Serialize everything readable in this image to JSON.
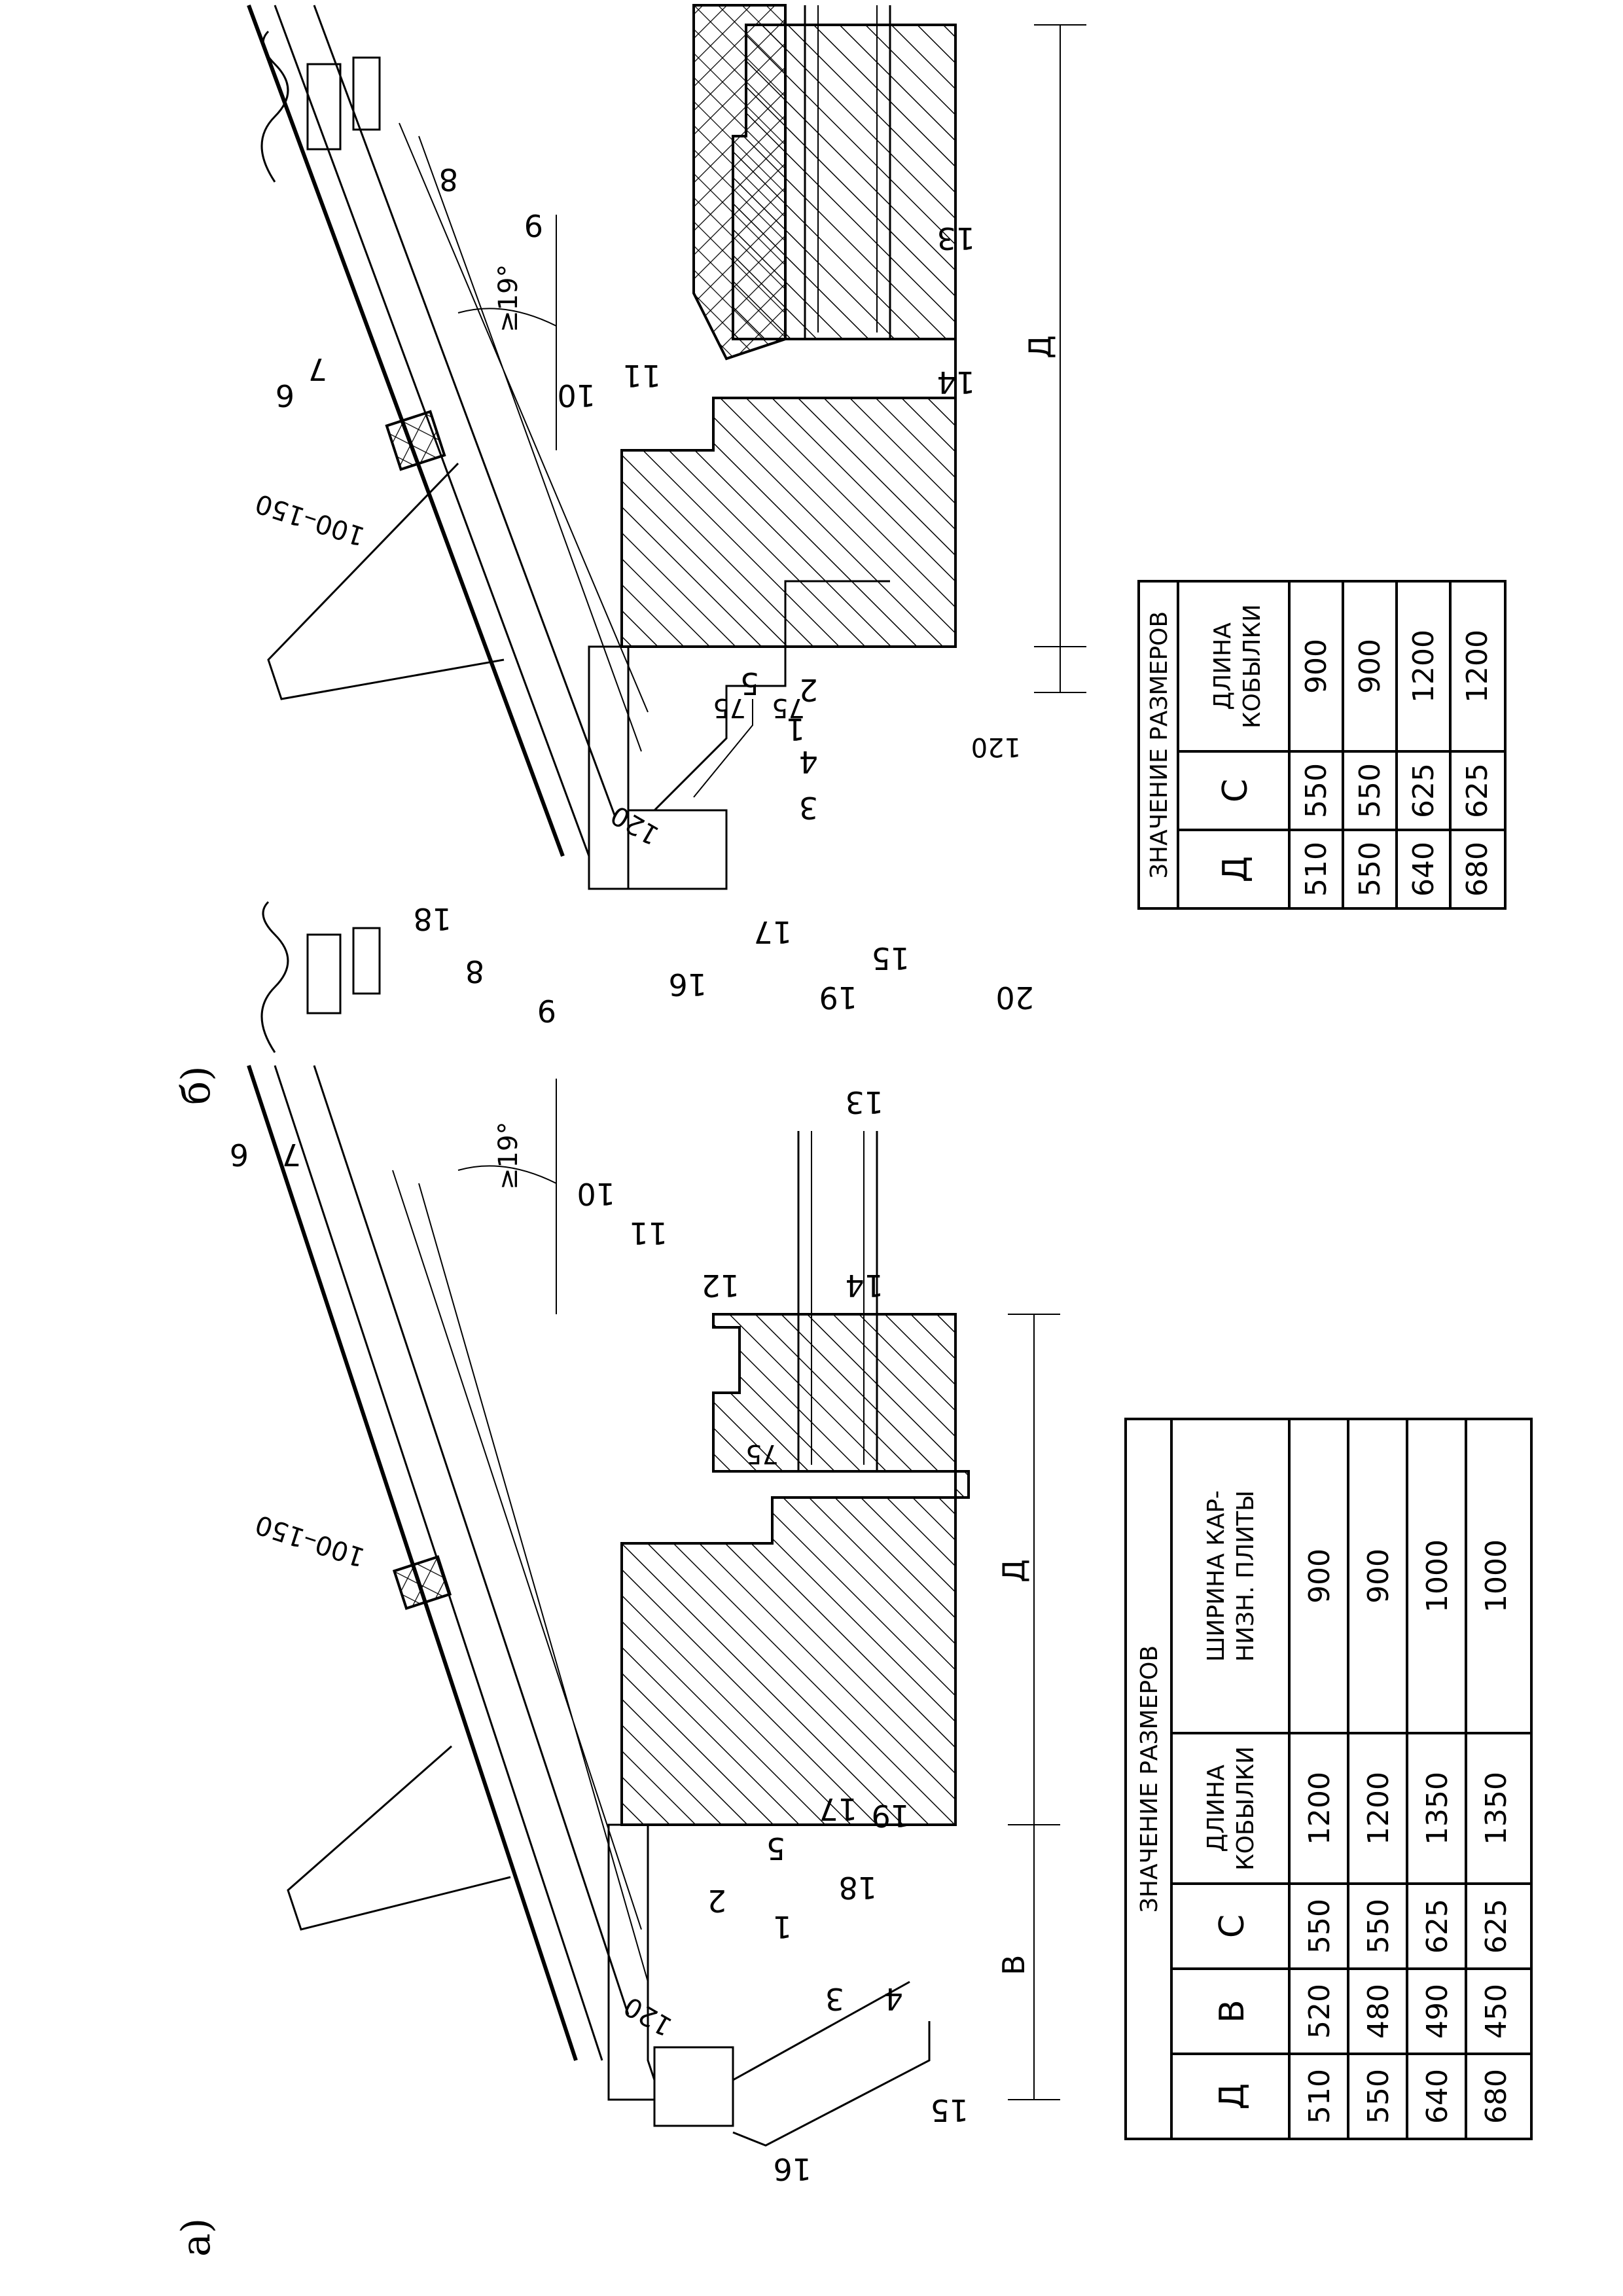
{
  "views": {
    "a": "а)",
    "b": "б)"
  },
  "callouts_a": [
    "1",
    "2",
    "3",
    "4",
    "5",
    "6",
    "7",
    "8",
    "9",
    "10",
    "11",
    "12",
    "13",
    "14",
    "15",
    "16",
    "17",
    "18",
    "19"
  ],
  "callouts_b": [
    "1",
    "2",
    "3",
    "4",
    "5",
    "6",
    "7",
    "8",
    "9",
    "10",
    "11",
    "13",
    "14",
    "15",
    "16",
    "17",
    "18",
    "19",
    "20"
  ],
  "dims_a": {
    "lap": "100–150",
    "angle": "≥19°",
    "d75": "75",
    "d120": "120",
    "B": "В",
    "D": "Д"
  },
  "dims_b": {
    "lap": "100–150",
    "angle": "≥19°",
    "d75a": "75",
    "d75b": "75",
    "d120a": "120",
    "d120b": "120",
    "D": "Д"
  },
  "table_a": {
    "title": "ЗНАЧЕНИЕ РАЗМЕРОВ",
    "headers": [
      "Д",
      "В",
      "С",
      "ДЛИНА КОБЫЛКИ",
      "ШИРИНА КАР- НИЗН. ПЛИТЫ"
    ],
    "header_lines": {
      "len": [
        "ДЛИНА",
        "КОБЫЛКИ"
      ],
      "width": [
        "ШИРИНА КАР-",
        "НИЗН. ПЛИТЫ"
      ]
    },
    "rows": [
      [
        "510",
        "520",
        "550",
        "1200",
        "900"
      ],
      [
        "550",
        "480",
        "550",
        "1200",
        "900"
      ],
      [
        "640",
        "490",
        "625",
        "1350",
        "1000"
      ],
      [
        "680",
        "450",
        "625",
        "1350",
        "1000"
      ]
    ]
  },
  "table_b": {
    "title": "ЗНАЧЕНИЕ РАЗМЕРОВ",
    "headers": [
      "Д",
      "С",
      "ДЛИНА КОБЫЛКИ"
    ],
    "header_lines": {
      "len": [
        "ДЛИНА",
        "КОБЫЛКИ"
      ]
    },
    "rows": [
      [
        "510",
        "550",
        "900"
      ],
      [
        "550",
        "550",
        "900"
      ],
      [
        "640",
        "625",
        "1200"
      ],
      [
        "680",
        "625",
        "1200"
      ]
    ]
  }
}
